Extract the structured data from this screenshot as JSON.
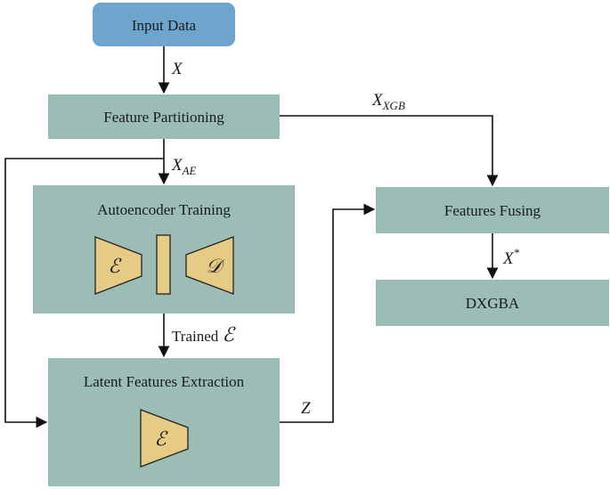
{
  "nodes": {
    "input_data": "Input Data",
    "feature_partitioning": "Feature Partitioning",
    "autoencoder_training": "Autoencoder Training",
    "latent_features_extraction": "Latent Features Extraction",
    "features_fusing": "Features Fusing",
    "dxgba": "DXGBA"
  },
  "symbols": {
    "encoder": "ℰ",
    "decoder": "𝒟"
  },
  "edges": {
    "x": "X",
    "x_ae_base": "X",
    "x_ae_sub": "AE",
    "x_xgb_base": "X",
    "x_xgb_sub": "XGB",
    "trained_prefix": "Trained ",
    "trained_symbol": "ℰ",
    "z": "Z",
    "x_star_base": "X",
    "x_star_sup": "*"
  },
  "colors": {
    "input_box": "#6ea5cc",
    "process_box": "#9bbdb6",
    "encoder_shape": "#e5cb84",
    "line": "#111111"
  }
}
